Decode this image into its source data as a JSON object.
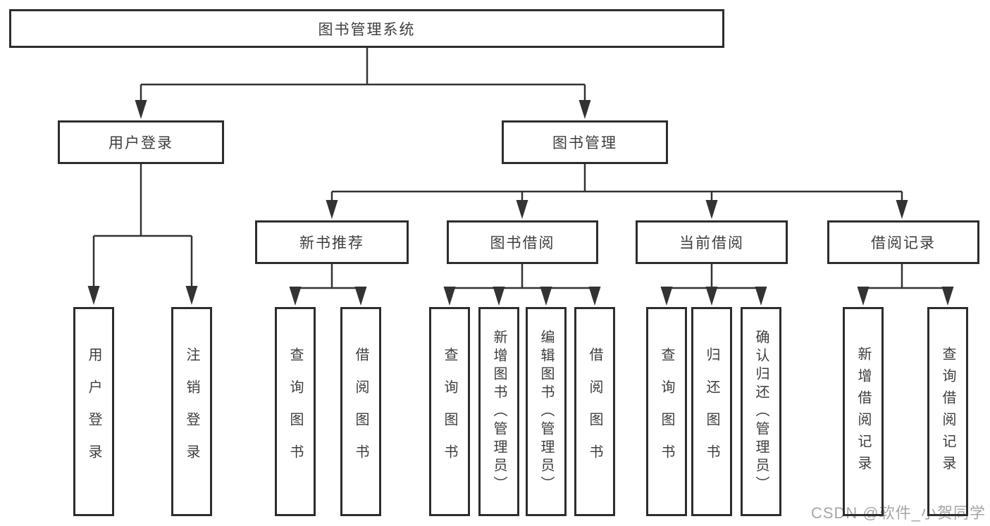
{
  "colors": {
    "line": "#333333",
    "box_border": "#2d2d2d",
    "text": "#3e3e3e",
    "watermark": "#aba4a4",
    "background": "#ffffff"
  },
  "root": {
    "label": "图书管理系统"
  },
  "login": {
    "label": "用户登录",
    "children": [
      {
        "label": "用户登录"
      },
      {
        "label": "注销登录"
      }
    ]
  },
  "management": {
    "label": "图书管理"
  },
  "modules": [
    {
      "label": "新书推荐",
      "children": [
        {
          "label": "查询图书"
        },
        {
          "label": "借阅图书"
        }
      ]
    },
    {
      "label": "图书借阅",
      "children": [
        {
          "label": "查询图书"
        },
        {
          "label": "新增图书（管理员）"
        },
        {
          "label": "编辑图书（管理员）"
        },
        {
          "label": "借阅图书"
        }
      ]
    },
    {
      "label": "当前借阅",
      "children": [
        {
          "label": "查询图书"
        },
        {
          "label": "归还图书"
        },
        {
          "label": "确认归还（管理员）"
        }
      ]
    },
    {
      "label": "借阅记录",
      "children": [
        {
          "label": "新增借阅记录"
        },
        {
          "label": "查询借阅记录"
        }
      ]
    }
  ],
  "watermark": {
    "text": "CSDN @软件_小贺同学"
  }
}
